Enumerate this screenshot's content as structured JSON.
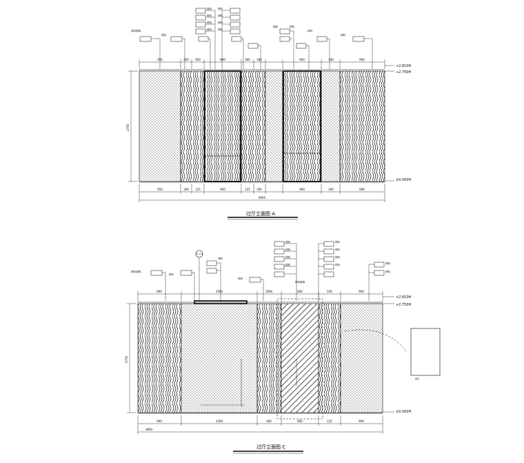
{
  "elevation_a": {
    "title": "过厅立面图 A",
    "levels": [
      "+2.810H",
      "+2.750H",
      "±0.000H"
    ],
    "height_dim": "2750",
    "top_dims": [
      "950",
      "400",
      "400",
      "900",
      "300",
      "300",
      "900",
      "100",
      "900"
    ],
    "bottom_dims": [
      "950",
      "200",
      "125",
      "900",
      "125",
      "300",
      "900",
      "300",
      "900"
    ],
    "overall_dim": "4950"
  },
  "elevation_c": {
    "title": "过厅立面图 C",
    "levels": [
      "+2.810H",
      "+2.750H",
      "±0.000H"
    ],
    "height_dim": "2750",
    "top_dims": [
      "900",
      "1500",
      "1000",
      "800",
      "100",
      "900"
    ],
    "bottom_dims": [
      "900",
      "1500",
      "300",
      "900",
      "125",
      "900"
    ],
    "overall_dim": "4850"
  }
}
